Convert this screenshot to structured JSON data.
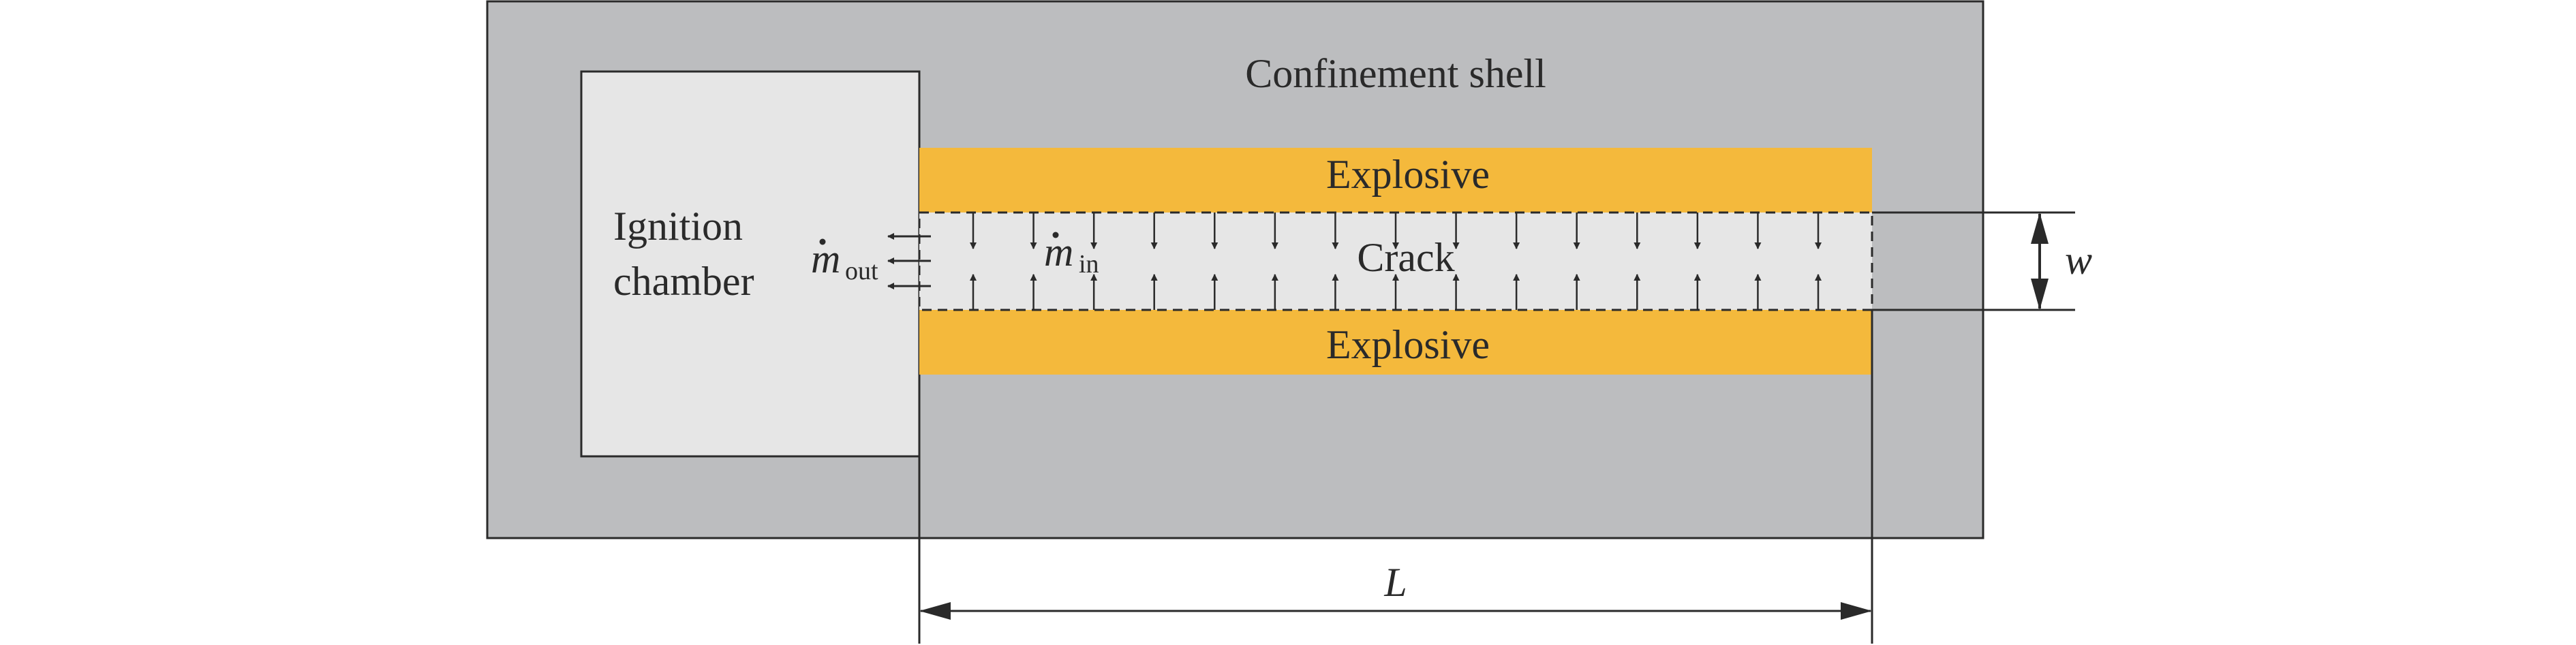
{
  "labels": {
    "shell": "Confinement shell",
    "chamber_line1": "Ignition",
    "chamber_line2": "chamber",
    "explosive_top": "Explosive",
    "explosive_bottom": "Explosive",
    "crack": "Crack",
    "m_out_symbol": "m",
    "m_out_sub": "out",
    "m_in_symbol": "m",
    "m_in_sub": "in",
    "width_symbol": "w",
    "length_symbol": "L"
  },
  "colors": {
    "shell": "#bcbdbf",
    "chamber": "#e6e6e6",
    "crack": "#e6e6e6",
    "explosive": "#f4b93c",
    "stroke": "#2a2a2a"
  },
  "crack_arrow_count": 15
}
